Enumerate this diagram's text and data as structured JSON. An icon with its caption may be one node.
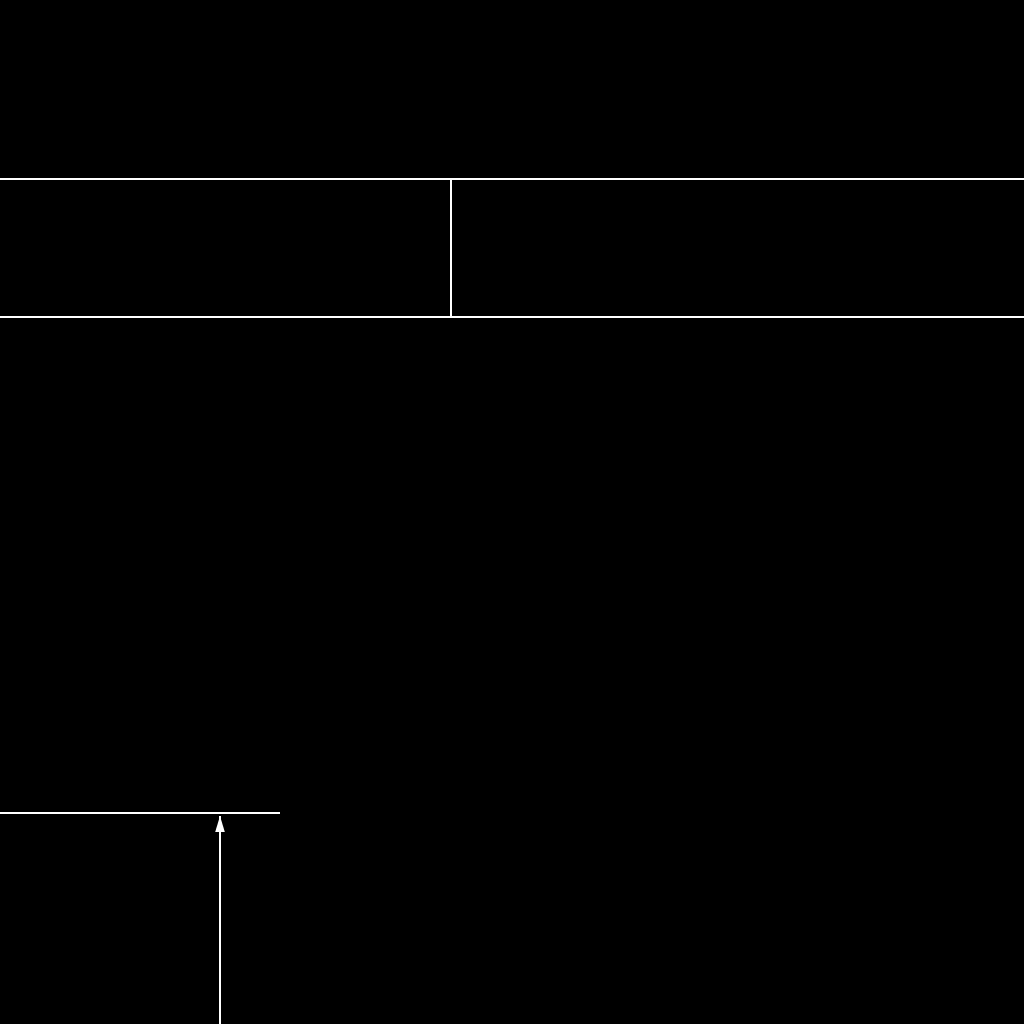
{
  "diagram": {
    "nodes": [
      {
        "text": [],
        "shape": "box"
      },
      {
        "text": [],
        "shape": "box"
      },
      {
        "text": [],
        "shape": "bar"
      }
    ],
    "edges": [
      {
        "from": null,
        "to": 2,
        "arrow": "to"
      }
    ]
  }
}
